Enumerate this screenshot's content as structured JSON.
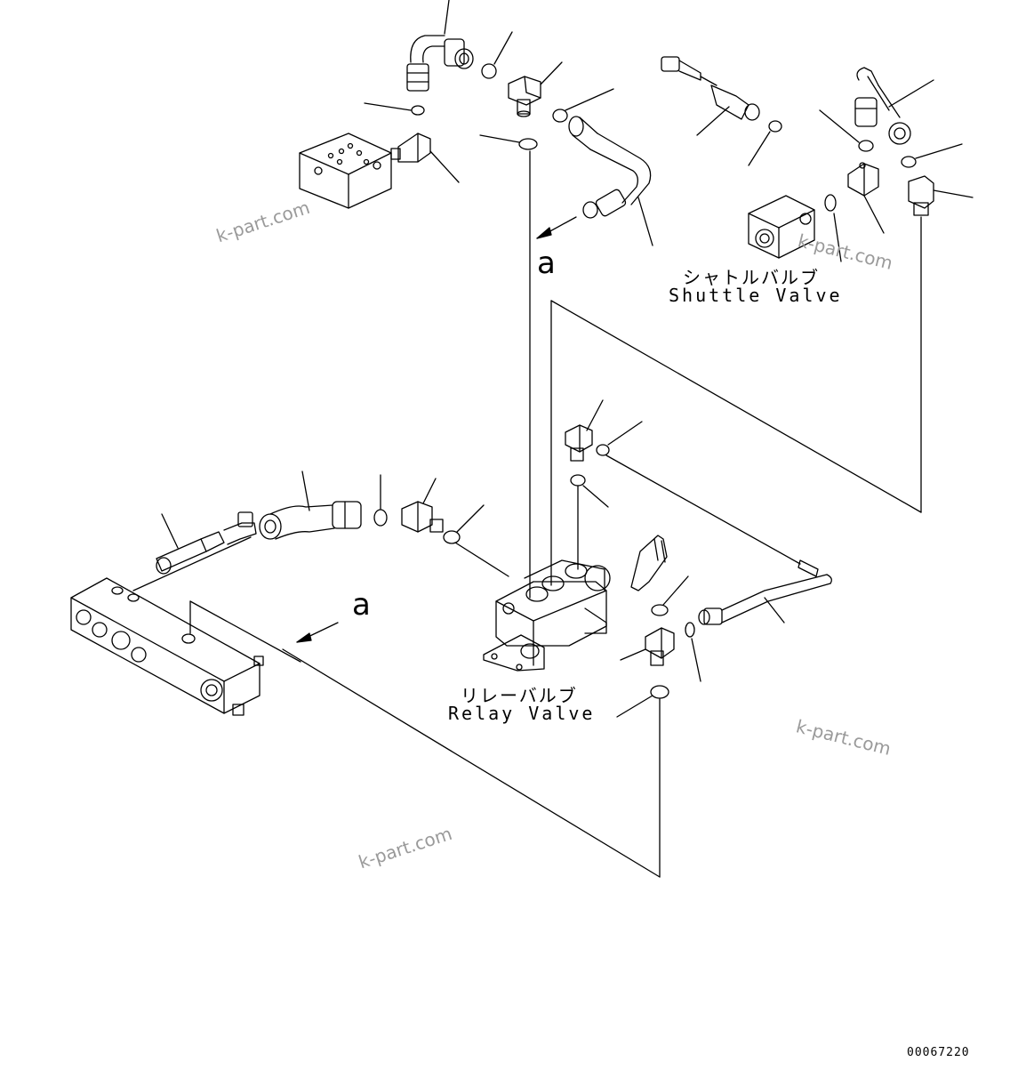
{
  "labels": {
    "shuttle_valve_jp": "シャトルバルブ",
    "shuttle_valve_en": "Shuttle Valve",
    "relay_valve_jp": "リレーバルブ",
    "relay_valve_en": "Relay Valve",
    "ref_a_top": "a",
    "ref_a_left": "a"
  },
  "watermarks": {
    "w1": "k-part.com",
    "w2": "k-part.com",
    "w3": "k-part.com",
    "w4": "k-part.com"
  },
  "drawing_number": "00067220"
}
